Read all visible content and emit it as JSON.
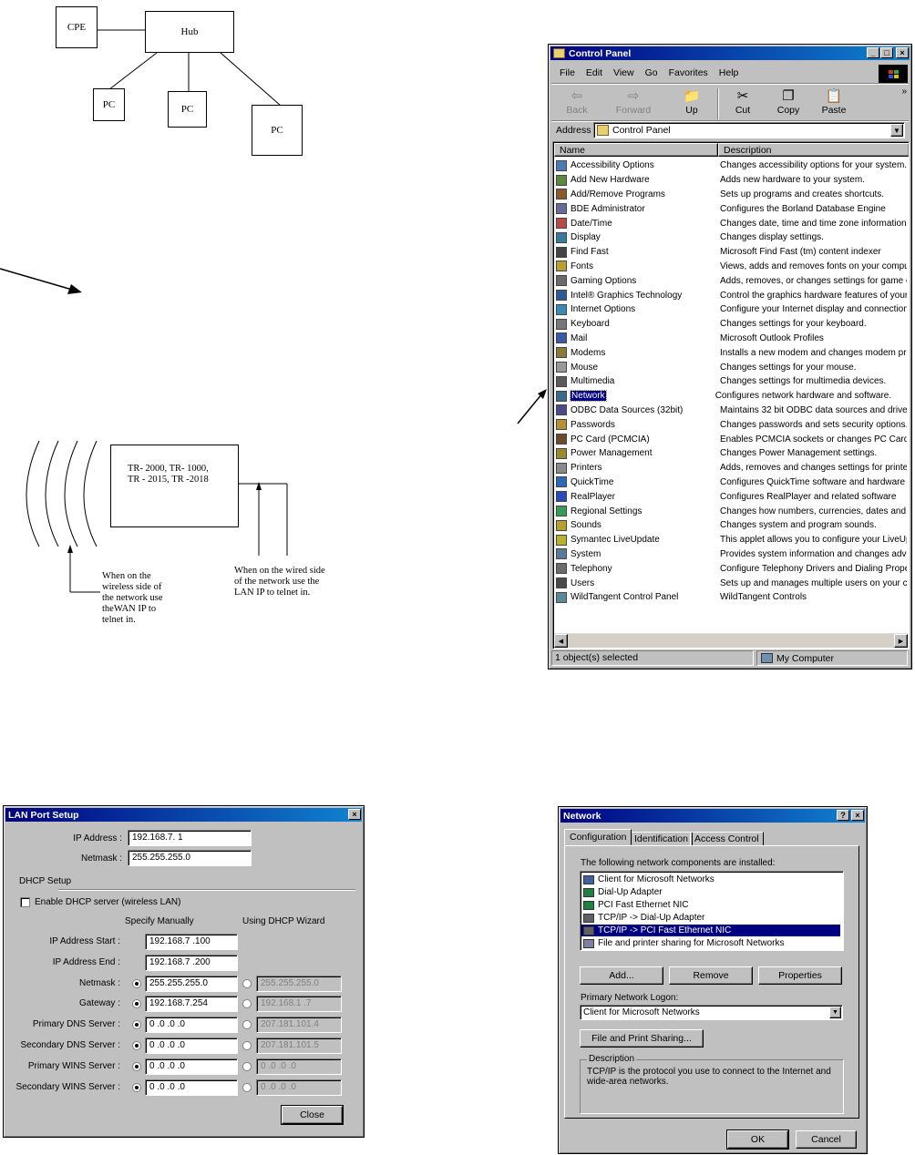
{
  "diagram": {
    "cpe": "CPE",
    "hub": "Hub",
    "pc1": "PC",
    "pc2": "PC",
    "pc3": "PC",
    "device": "TR- 2000, TR- 1000,\nTR - 2015, TR -2018",
    "wireless_note": "When on the\nwireless side of\nthe network use\ntheWAN IP to\ntelnet in.",
    "wired_note": "When on the wired side\nof the network use the\nLAN IP to telnet in."
  },
  "control_panel": {
    "title": "Control Panel",
    "menu": [
      "File",
      "Edit",
      "View",
      "Go",
      "Favorites",
      "Help"
    ],
    "toolbar": {
      "back": "Back",
      "forward": "Forward",
      "up": "Up",
      "cut": "Cut",
      "copy": "Copy",
      "paste": "Paste"
    },
    "address_label": "Address",
    "address_value": "Control Panel",
    "columns": [
      "Name",
      "Description"
    ],
    "items": [
      {
        "name": "Accessibility Options",
        "desc": "Changes accessibility options for your system.",
        "icon": "accessibility-icon",
        "color": "#4a7ab8"
      },
      {
        "name": "Add New Hardware",
        "desc": "Adds new hardware to your system.",
        "icon": "hardware-icon",
        "color": "#5a8a3a"
      },
      {
        "name": "Add/Remove Programs",
        "desc": "Sets up programs and creates shortcuts.",
        "icon": "programs-icon",
        "color": "#8a5a2a"
      },
      {
        "name": "BDE Administrator",
        "desc": "Configures the Borland Database Engine",
        "icon": "database-icon",
        "color": "#6a6a9a"
      },
      {
        "name": "Date/Time",
        "desc": "Changes date, time and time zone information.",
        "icon": "clock-icon",
        "color": "#b84a4a"
      },
      {
        "name": "Display",
        "desc": "Changes display settings.",
        "icon": "display-icon",
        "color": "#3a7a9a"
      },
      {
        "name": "Find Fast",
        "desc": "Microsoft Find Fast (tm) content indexer",
        "icon": "binoculars-icon",
        "color": "#444444"
      },
      {
        "name": "Fonts",
        "desc": "Views, adds and removes fonts on your compu",
        "icon": "fonts-icon",
        "color": "#b8a030"
      },
      {
        "name": "Gaming Options",
        "desc": "Adds, removes, or changes settings for game c",
        "icon": "joystick-icon",
        "color": "#6a6a6a"
      },
      {
        "name": "Intel® Graphics Technology",
        "desc": "Control the graphics hardware features of your",
        "icon": "graphics-icon",
        "color": "#2a5a9a"
      },
      {
        "name": "Internet Options",
        "desc": "Configure your Internet display and connection",
        "icon": "globe-icon",
        "color": "#3a8ab8"
      },
      {
        "name": "Keyboard",
        "desc": "Changes settings for your keyboard.",
        "icon": "keyboard-icon",
        "color": "#777777"
      },
      {
        "name": "Mail",
        "desc": "Microsoft Outlook Profiles",
        "icon": "mail-icon",
        "color": "#3a5aa8"
      },
      {
        "name": "Modems",
        "desc": "Installs a new modem and changes modem pro",
        "icon": "modem-icon",
        "color": "#8a7a3a"
      },
      {
        "name": "Mouse",
        "desc": "Changes settings for your mouse.",
        "icon": "mouse-icon",
        "color": "#999999"
      },
      {
        "name": "Multimedia",
        "desc": "Changes settings for multimedia devices.",
        "icon": "multimedia-icon",
        "color": "#5a5a5a"
      },
      {
        "name": "Network",
        "desc": "Configures network hardware and software.",
        "icon": "network-icon",
        "color": "#3a6a8a"
      },
      {
        "name": "ODBC Data Sources (32bit)",
        "desc": "Maintains 32 bit ODBC data sources and drive",
        "icon": "odbc-icon",
        "color": "#4a4a8a"
      },
      {
        "name": "Passwords",
        "desc": "Changes passwords and sets security options.",
        "icon": "key-icon",
        "color": "#b89030"
      },
      {
        "name": "PC Card (PCMCIA)",
        "desc": "Enables PCMCIA sockets or changes PC Card",
        "icon": "pccard-icon",
        "color": "#6a4a2a"
      },
      {
        "name": "Power Management",
        "desc": "Changes Power Management settings.",
        "icon": "power-icon",
        "color": "#9a8a2a"
      },
      {
        "name": "Printers",
        "desc": "Adds, removes and changes settings for printe",
        "icon": "printer-icon",
        "color": "#8a8a8a"
      },
      {
        "name": "QuickTime",
        "desc": "Configures QuickTime software and hardware",
        "icon": "quicktime-icon",
        "color": "#2a6ab8"
      },
      {
        "name": "RealPlayer",
        "desc": "Configures RealPlayer and related software",
        "icon": "realplayer-icon",
        "color": "#2a4ab8"
      },
      {
        "name": "Regional Settings",
        "desc": "Changes how numbers, currencies, dates and",
        "icon": "globe-icon",
        "color": "#3a9a5a"
      },
      {
        "name": "Sounds",
        "desc": "Changes system and program sounds.",
        "icon": "speaker-icon",
        "color": "#b8a030"
      },
      {
        "name": "Symantec LiveUpdate",
        "desc": "This applet allows you to configure your LiveUp",
        "icon": "liveupdate-icon",
        "color": "#b8b030"
      },
      {
        "name": "System",
        "desc": "Provides system information and changes adva",
        "icon": "computer-icon",
        "color": "#5a7a9a"
      },
      {
        "name": "Telephony",
        "desc": "Configure Telephony Drivers and Dialing Prope",
        "icon": "phone-icon",
        "color": "#6a6a6a"
      },
      {
        "name": "Users",
        "desc": "Sets up and manages multiple users on your co",
        "icon": "users-icon",
        "color": "#4a4a4a"
      },
      {
        "name": "WildTangent Control Panel",
        "desc": "WildTangent Controls",
        "icon": "wildtangent-icon",
        "color": "#5a8a9a"
      }
    ],
    "selected_index": 16,
    "status_left": "1 object(s) selected",
    "status_right": "My Computer"
  },
  "lan_setup": {
    "title": "LAN Port Setup",
    "ip_label": "IP Address :",
    "ip_value": "192.168.7. 1",
    "netmask_label": "Netmask :",
    "netmask_value": "255.255.255.0",
    "dhcp_section": "DHCP Setup",
    "dhcp_checkbox": "Enable DHCP server (wireless LAN)",
    "col_manual": "Specify Manually",
    "col_wizard": "Using DHCP Wizard",
    "rows": [
      {
        "label": "IP Address Start :",
        "manual": "192.168.7 .100",
        "radio": false
      },
      {
        "label": "IP Address End :",
        "manual": "192.168.7 .200",
        "radio": false
      },
      {
        "label": "Netmask :",
        "manual": "255.255.255.0",
        "wizard": "255.255.255.0",
        "radio": true
      },
      {
        "label": "Gateway :",
        "manual": "192.168.7.254",
        "wizard": "192.168.1 .7",
        "radio": true
      },
      {
        "label": "Primary DNS Server :",
        "manual": "0 .0 .0 .0",
        "wizard": "207.181.101.4",
        "radio": true
      },
      {
        "label": "Secondary DNS Server :",
        "manual": "0 .0 .0 .0",
        "wizard": "207.181.101.5",
        "radio": true
      },
      {
        "label": "Primary WINS Server :",
        "manual": "0 .0 .0 .0",
        "wizard": "0 .0 .0 .0",
        "radio": true
      },
      {
        "label": "Secondary WINS Server :",
        "manual": "0 .0 .0 .0",
        "wizard": "0 .0 .0 .0",
        "radio": true
      }
    ],
    "close": "Close"
  },
  "network": {
    "title": "Network",
    "tabs": [
      "Configuration",
      "Identification",
      "Access Control"
    ],
    "installed_label": "The following network components are installed:",
    "components": [
      {
        "label": "Client for Microsoft Networks",
        "icon": "client-icon"
      },
      {
        "label": "Dial-Up Adapter",
        "icon": "adapter-icon"
      },
      {
        "label": "PCI Fast Ethernet NIC",
        "icon": "adapter-icon"
      },
      {
        "label": "TCP/IP -> Dial-Up Adapter",
        "icon": "protocol-icon"
      },
      {
        "label": "TCP/IP -> PCI Fast Ethernet NIC",
        "icon": "protocol-icon"
      },
      {
        "label": "File and printer sharing for Microsoft Networks",
        "icon": "service-icon"
      }
    ],
    "selected_index": 4,
    "add": "Add...",
    "remove": "Remove",
    "properties": "Properties",
    "logon_label": "Primary Network Logon:",
    "logon_value": "Client for Microsoft Networks",
    "file_sharing": "File and Print Sharing...",
    "description_label": "Description",
    "description": "TCP/IP is the protocol you use to connect to the Internet and wide-area networks.",
    "ok": "OK",
    "cancel": "Cancel"
  }
}
